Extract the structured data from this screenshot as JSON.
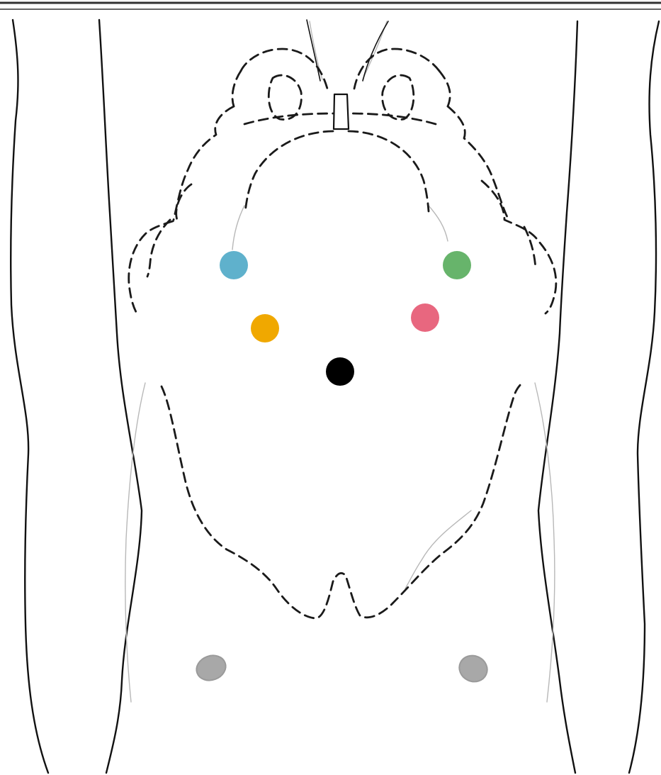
{
  "figure": {
    "subject": "torso-back-view",
    "markers": [
      {
        "name": "marker-blue",
        "color": "#5fb1cc"
      },
      {
        "name": "marker-green",
        "color": "#67b46b"
      },
      {
        "name": "marker-orange",
        "color": "#f0a800"
      },
      {
        "name": "marker-pink",
        "color": "#e8677f"
      },
      {
        "name": "marker-black",
        "color": "#000000"
      }
    ],
    "line_color": "#111111",
    "background": "#ffffff"
  }
}
